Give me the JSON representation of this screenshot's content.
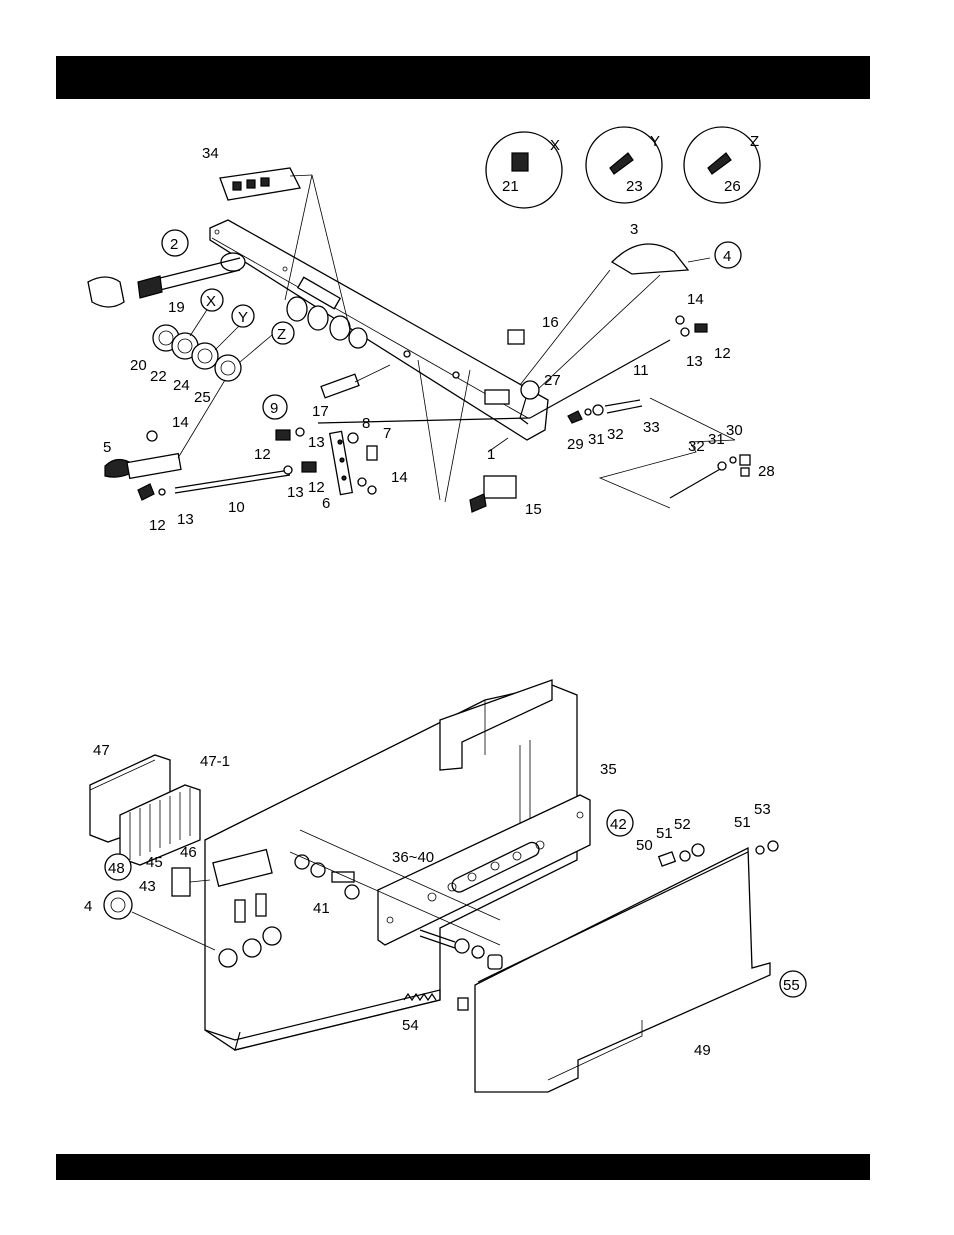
{
  "labels_top": {
    "l34": "34",
    "l2": "2",
    "l19": "19",
    "l3": "3",
    "l4": "4",
    "lX": "X",
    "lY": "Y",
    "lZ": "Z",
    "l20": "20",
    "l22": "22",
    "l24": "24",
    "l25": "25",
    "l21": "21",
    "l23": "23",
    "l26": "26",
    "l16": "16",
    "l14a": "14",
    "l12a": "12",
    "l13a": "13",
    "l11": "11",
    "l27": "27",
    "l17": "17",
    "l9": "9",
    "l8": "8",
    "l7": "7",
    "l13b": "13",
    "l14b": "14",
    "l5": "5",
    "l12b": "12",
    "l13c": "13",
    "l12c": "12",
    "l14c": "14",
    "l6": "6",
    "l10": "10",
    "l12d": "12",
    "l13d": "13",
    "l1": "1",
    "l15": "15",
    "l29": "29",
    "l31a": "31",
    "l32a": "32",
    "l33": "33",
    "l30": "30",
    "l32b": "32",
    "l31b": "31",
    "l28": "28"
  },
  "labels_bottom": {
    "l47": "47",
    "l47_1": "47-1",
    "l35": "35",
    "l42": "42",
    "l48": "48",
    "l45": "45",
    "l46": "46",
    "l43": "43",
    "l4": "4",
    "l36_40": "36~40",
    "l41": "41",
    "l50": "50",
    "l51a": "51",
    "l52": "52",
    "l51b": "51",
    "l53": "53",
    "l55": "55",
    "l54": "54",
    "l49": "49"
  }
}
